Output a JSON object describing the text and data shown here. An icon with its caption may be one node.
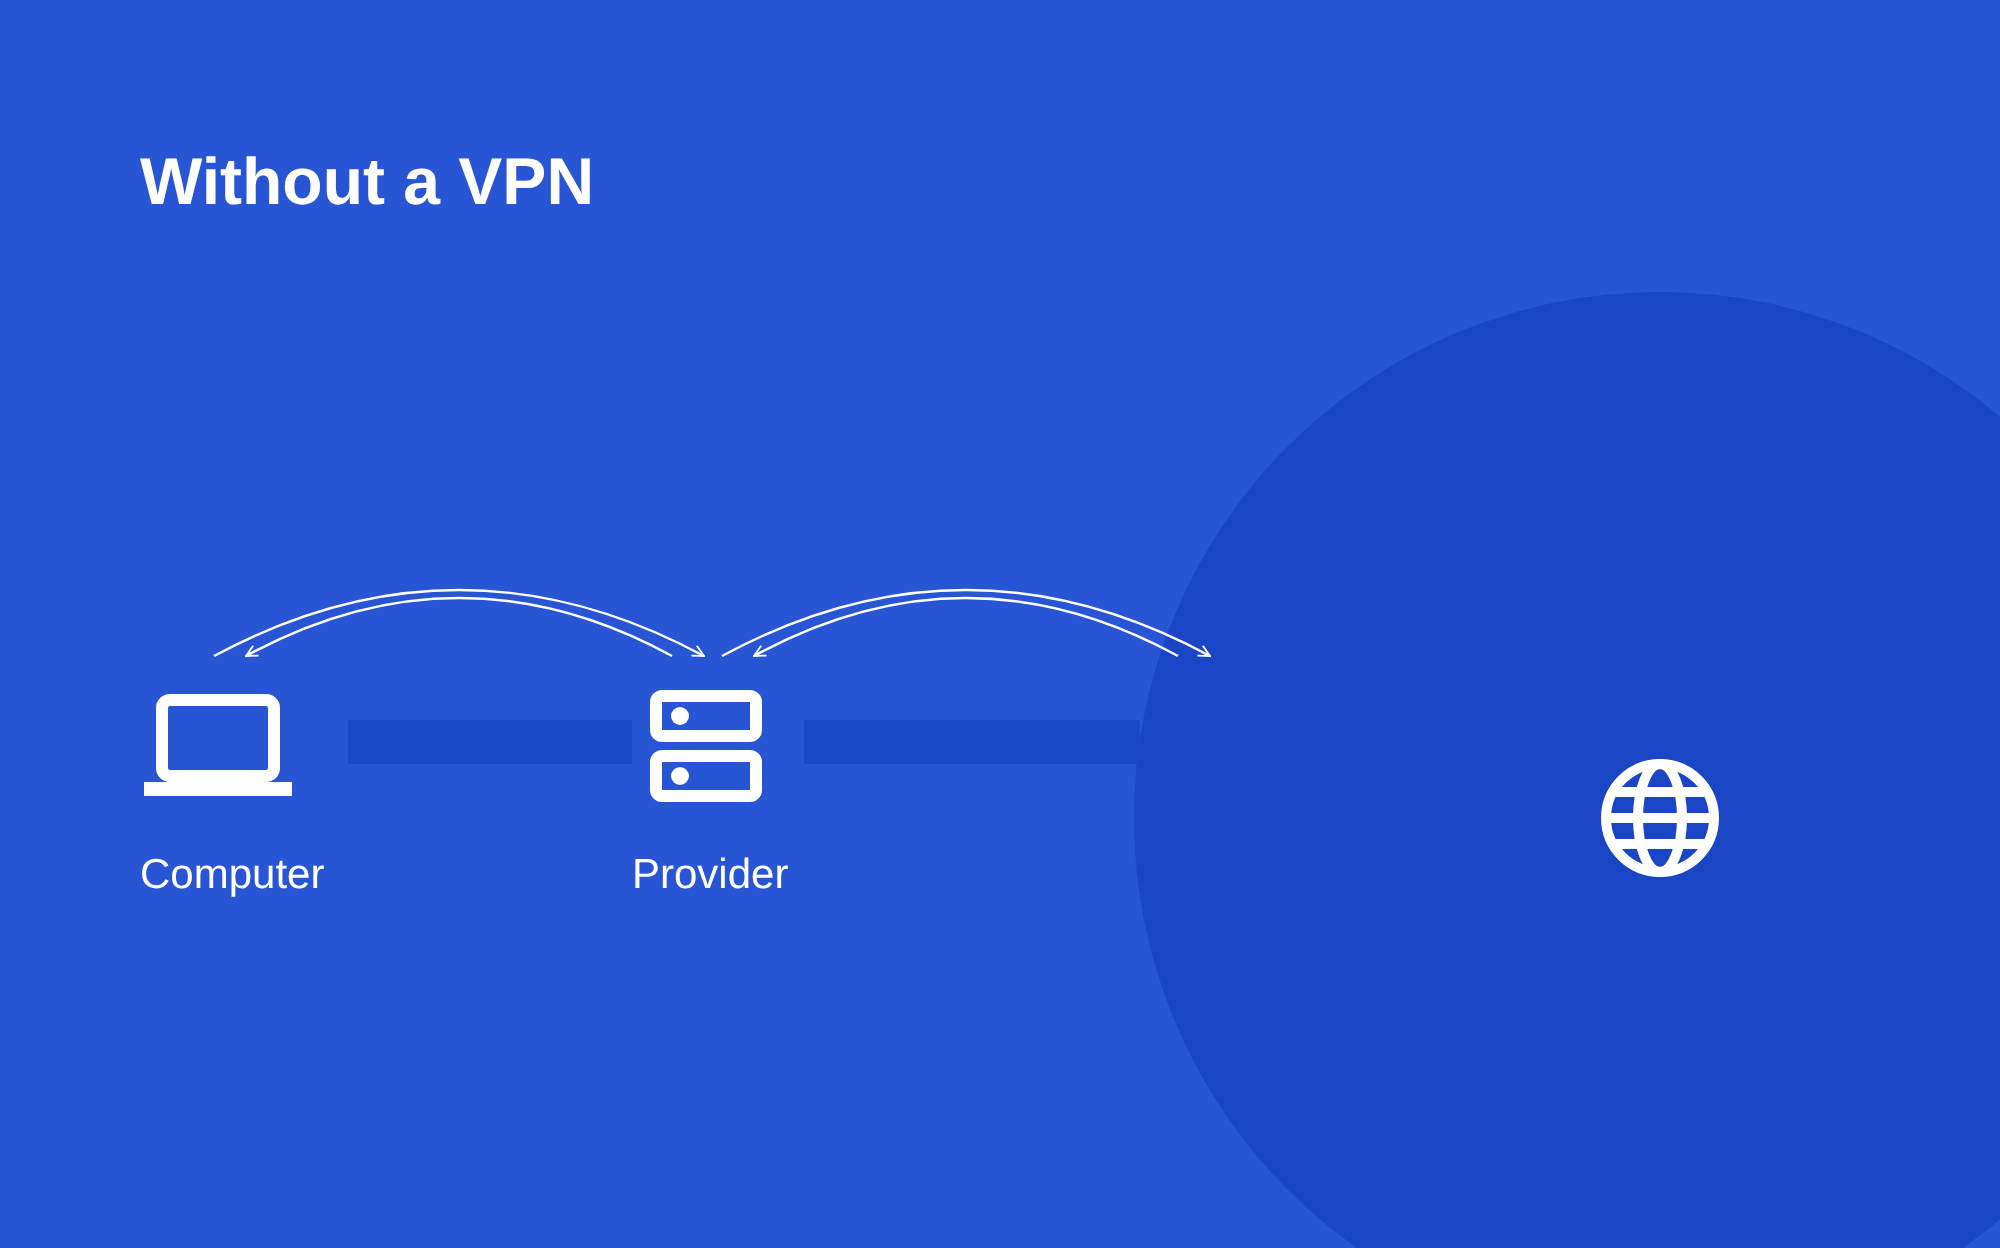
{
  "diagram": {
    "title": "Without a VPN",
    "nodes": [
      {
        "text": [
          "Computer"
        ]
      },
      {
        "text": [
          "Provider"
        ]
      },
      {
        "text": [],
        "shape": "circle"
      }
    ],
    "edges": [
      {
        "from": 0,
        "to": 1,
        "arrow": "none",
        "style": "thick",
        "color": "#1a47c8"
      },
      {
        "from": 1,
        "to": 2,
        "arrow": "none",
        "style": "thick",
        "color": "#1a47c8"
      },
      {
        "from": 0,
        "to": 1,
        "arrow": "to"
      },
      {
        "from": 1,
        "to": 0,
        "arrow": "to"
      },
      {
        "from": 1,
        "to": 2,
        "arrow": "to"
      },
      {
        "from": 2,
        "to": 1,
        "arrow": "to"
      }
    ]
  }
}
